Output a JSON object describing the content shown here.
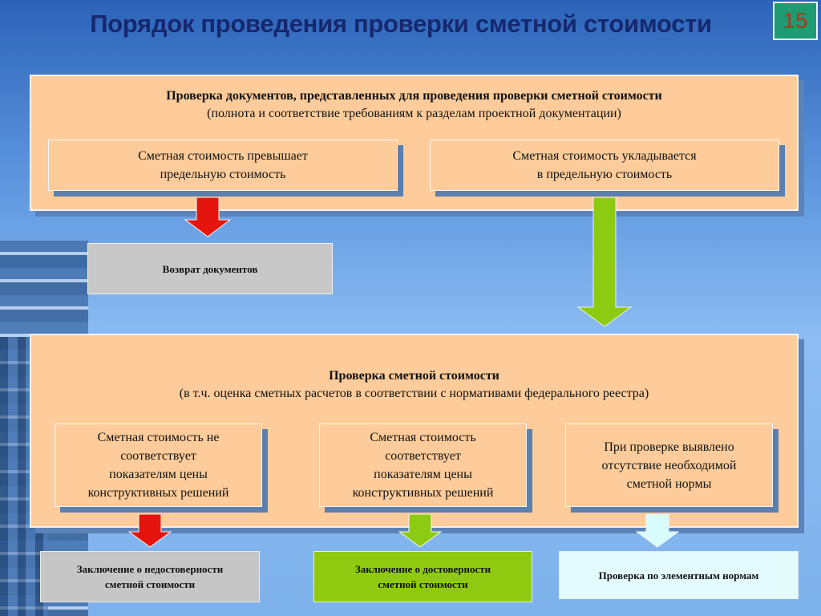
{
  "slide": {
    "title": "Порядок проведения проверки сметной стоимости",
    "number": "15"
  },
  "stage1": {
    "heading": "Проверка документов, представленных для проведения проверки сметной стоимости",
    "subheading": "(полнота и соответствие требованиям к разделам проектной документации)",
    "left_box": [
      "Сметная стоимость превышает",
      "предельную стоимость"
    ],
    "right_box": [
      "Сметная стоимость укладывается",
      "в предельную стоимость"
    ]
  },
  "return_box": "Возврат документов",
  "stage2": {
    "heading": "Проверка сметной стоимости",
    "subheading": "(в т.ч. оценка сметных расчетов в соответствии с нормативами федерального реестра)",
    "boxes": [
      [
        "Сметная стоимость не",
        "соответствует",
        "показателям цены",
        "конструктивных решений"
      ],
      [
        "Сметная стоимость",
        "соответствует",
        "показателям цены",
        "конструктивных решений"
      ],
      [
        "При проверке выявлено",
        "отсутствие необходимой",
        "сметной нормы"
      ]
    ]
  },
  "results": [
    {
      "lines": [
        "Заключение о недостоверности",
        "сметной стоимости"
      ],
      "color": "#c6c6c6"
    },
    {
      "lines": [
        "Заключение о достоверности",
        "сметной стоимости"
      ],
      "color": "#8fca10"
    },
    {
      "lines": [
        "Проверка по элементным нормам"
      ],
      "color": "#e3fbfd"
    }
  ],
  "arrow_colors": {
    "red": "#e5150d",
    "green": "#8dca12",
    "light": "#d8fbfd"
  }
}
